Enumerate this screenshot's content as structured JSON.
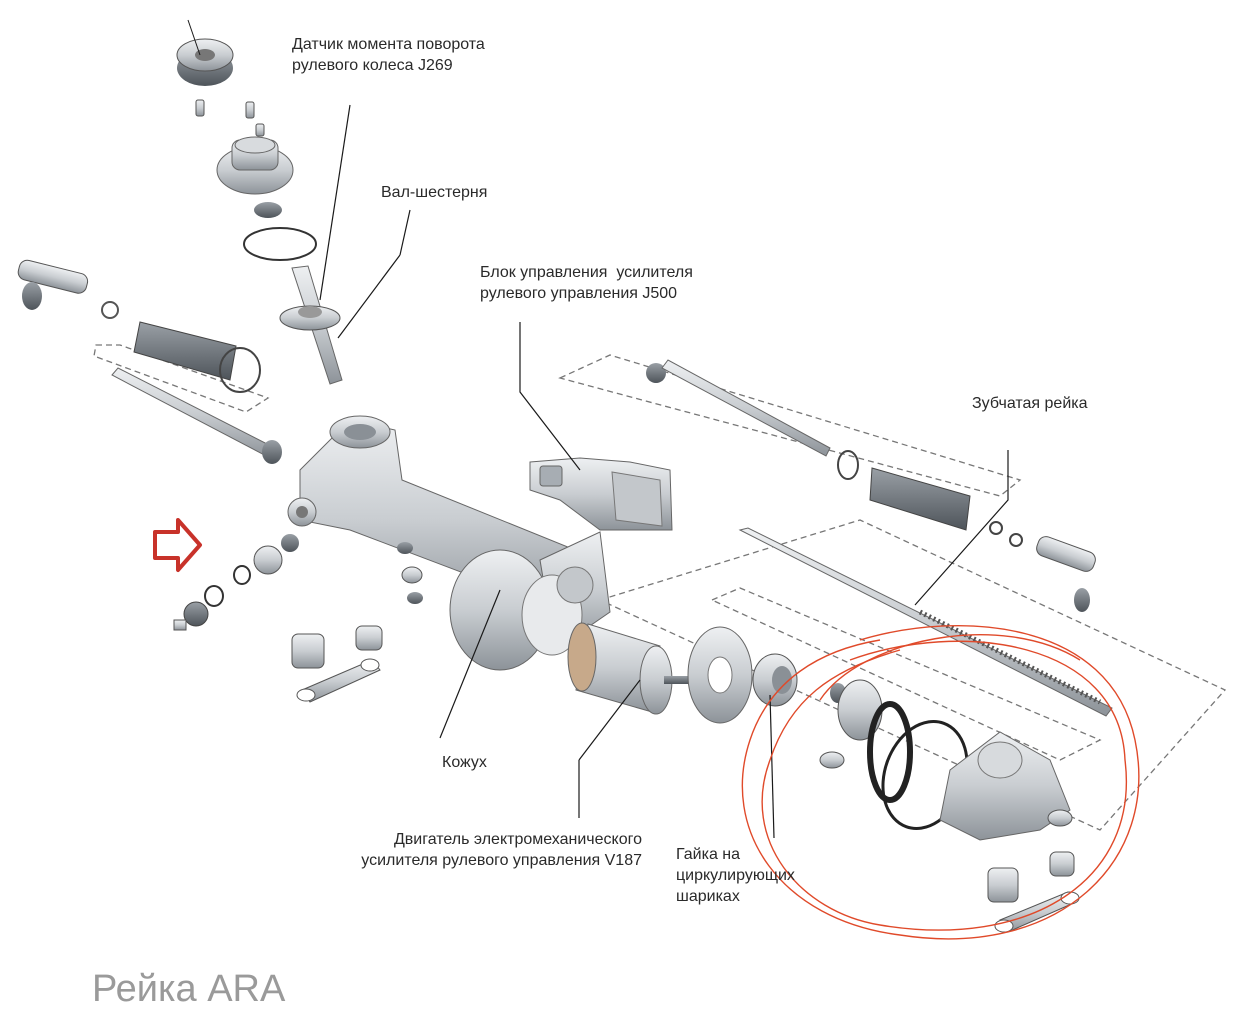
{
  "labels": {
    "torque_sensor": "Датчик момента поворота\nрулевого колеса J269",
    "pinion_shaft": "Вал-шестерня",
    "control_unit": "Блок управления  усилителя\nрулевого управления J500",
    "rack": "Зубчатая рейка",
    "housing": "Кожух",
    "motor": "Двигатель электромеханического\nусилителя рулевого управления V187",
    "ball_nut": "Гайка на\nциркулирующих\nшариках"
  },
  "footer_text": "Рейка ARA",
  "colors": {
    "part_light": "#d9dcdf",
    "part_mid": "#b9bec3",
    "part_dark": "#6f757b",
    "leader": "#1a1a1a",
    "dashed": "#777777",
    "arrow": "#c8322a",
    "annotation_circle": "#e04a2a"
  }
}
